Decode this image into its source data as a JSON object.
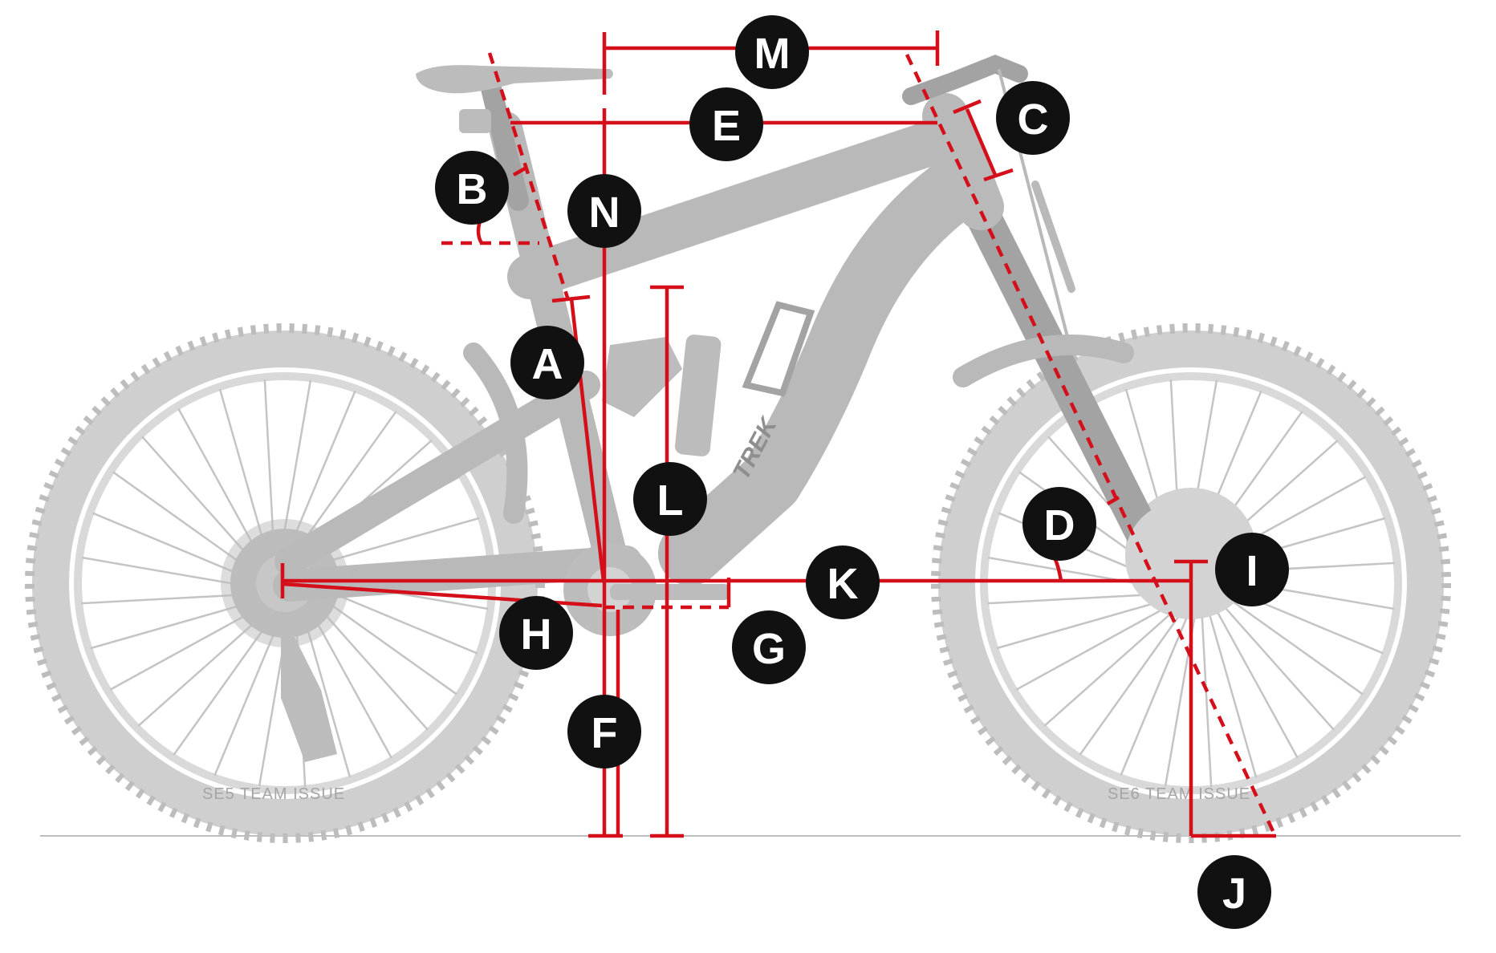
{
  "diagram": {
    "measurement_labels": [
      "A",
      "B",
      "C",
      "D",
      "E",
      "F",
      "G",
      "H",
      "I",
      "J",
      "K",
      "L",
      "M",
      "N"
    ],
    "tire_text": {
      "rear": "SE5 TEAM ISSUE",
      "front": "SE6 TEAM ISSUE"
    },
    "frame_brand": "TREK",
    "colors": {
      "measurement_lines": "#d40f1a",
      "label_badges": "#111111",
      "label_text": "#ffffff",
      "bike_silhouette": "#bcbcbc",
      "ground_line": "#bdbdbd"
    }
  }
}
